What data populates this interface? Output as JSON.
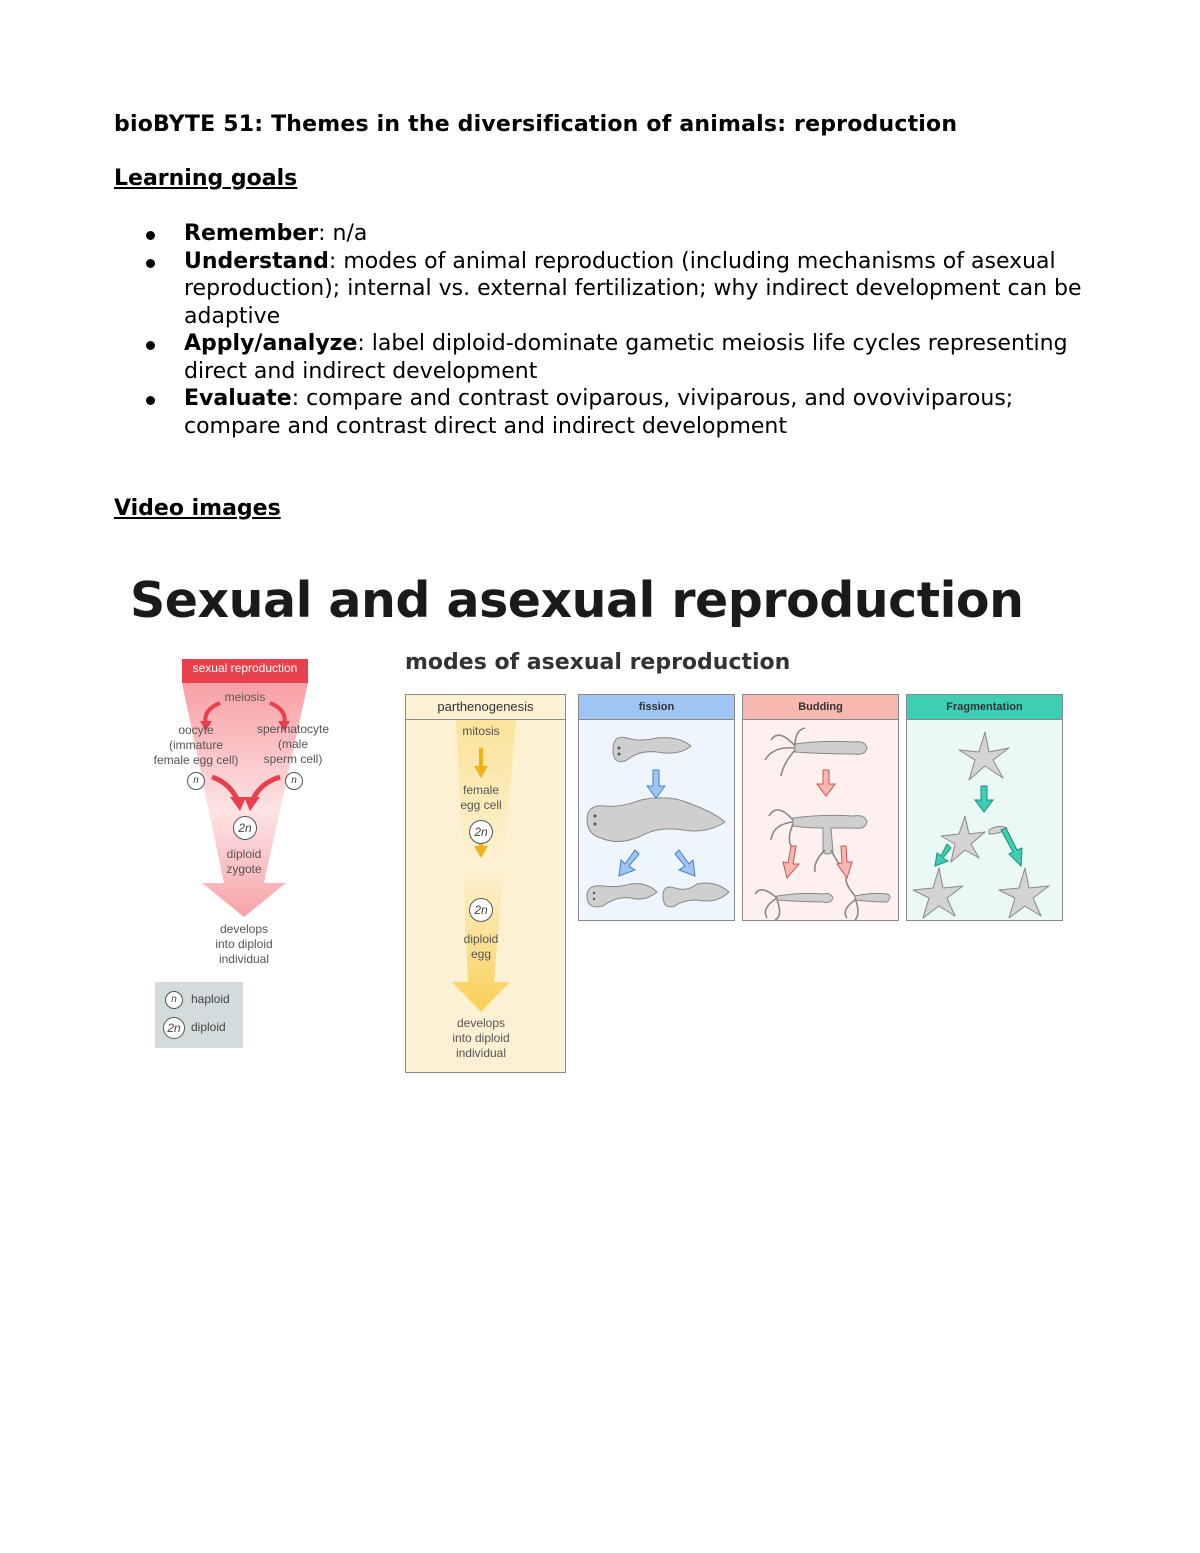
{
  "document": {
    "title": "bioBYTE 51: Themes in the diversification of animals: reproduction",
    "learning_goals_heading": "Learning goals",
    "goals": [
      {
        "term": "Remember",
        "text": ": n/a"
      },
      {
        "term": "Understand",
        "text": ": modes of animal reproduction (including mechanisms of asexual reproduction); internal vs. external fertilization; why indirect development can be adaptive"
      },
      {
        "term": "Apply/analyze",
        "text": ": label diploid-dominate gametic meiosis life cycles representing direct and indirect development"
      },
      {
        "term": "Evaluate",
        "text": ": compare and contrast oviparous, viviparous, and ovoviviparous; compare and contrast direct and indirect development"
      }
    ],
    "video_images_heading": "Video images"
  },
  "figure": {
    "title": "Sexual and asexual reproduction",
    "subtitle": "modes of asexual reproduction",
    "sexual": {
      "header": "sexual reproduction",
      "meiosis": "meiosis",
      "oocyte": "oocyte\n(immature\nfemale egg cell)",
      "spermatocyte": "spermatocyte\n(male\nsperm cell)",
      "n_symbol": "n",
      "two_n_symbol": "2n",
      "zygote": "diploid\nzygote",
      "develops": "develops\ninto diploid\nindividual",
      "legend_haploid": "haploid",
      "legend_diploid": "diploid"
    },
    "parthenogenesis": {
      "header": "parthenogenesis",
      "mitosis": "mitosis",
      "female_egg": "female\negg cell",
      "two_n_symbol": "2n",
      "diploid_egg": "diploid\negg",
      "develops": "develops\ninto diploid\nindividual"
    },
    "fission": {
      "header": "fission"
    },
    "budding": {
      "header": "Budding"
    },
    "fragmentation": {
      "header": "Fragmentation"
    },
    "colors": {
      "sexual_red": "#e8414b",
      "parthenogenesis_bg": "#fdf1d3",
      "parthenogenesis_arrow": "#f7c63b",
      "fission_head": "#9ec5f4",
      "fission_bg": "#eef5fd",
      "budding_head": "#f7b8b1",
      "budding_bg": "#fdf0ef",
      "fragmentation_head": "#3dcfb4",
      "fragmentation_bg": "#eaf9f5"
    }
  }
}
